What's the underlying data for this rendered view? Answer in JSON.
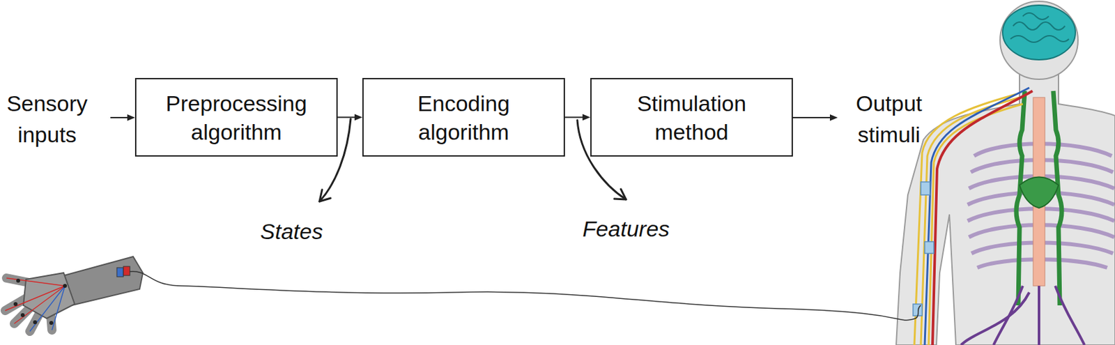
{
  "diagram": {
    "nodes": [
      {
        "text": [
          "Preprocessing algorithm"
        ]
      },
      {
        "text": [
          "Encoding algorithm"
        ]
      },
      {
        "text": [
          "Stimulation method"
        ]
      }
    ],
    "edges": [
      {
        "from": 0,
        "to": 1,
        "arrow": "to"
      },
      {
        "from": 1,
        "to": 2,
        "arrow": "to"
      }
    ],
    "labels": [
      "Sensory inputs",
      "States",
      "Features",
      "Output stimuli"
    ]
  }
}
